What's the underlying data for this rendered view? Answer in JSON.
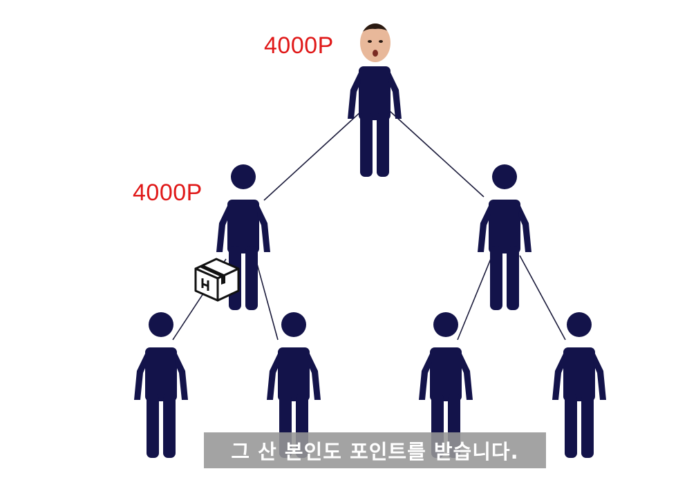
{
  "diagram": {
    "colors": {
      "person": "#13134a",
      "line": "#1a1a3a",
      "points": "#e01818",
      "subtitle_bg": "#969696",
      "subtitle_text": "#ffffff"
    },
    "labels": {
      "top_points": "4000P",
      "left_points": "4000P"
    },
    "icons": {
      "package": "box-icon",
      "face": "face-photo"
    }
  },
  "subtitle": {
    "text": "그 산 본인도 포인트를 받습니다."
  }
}
